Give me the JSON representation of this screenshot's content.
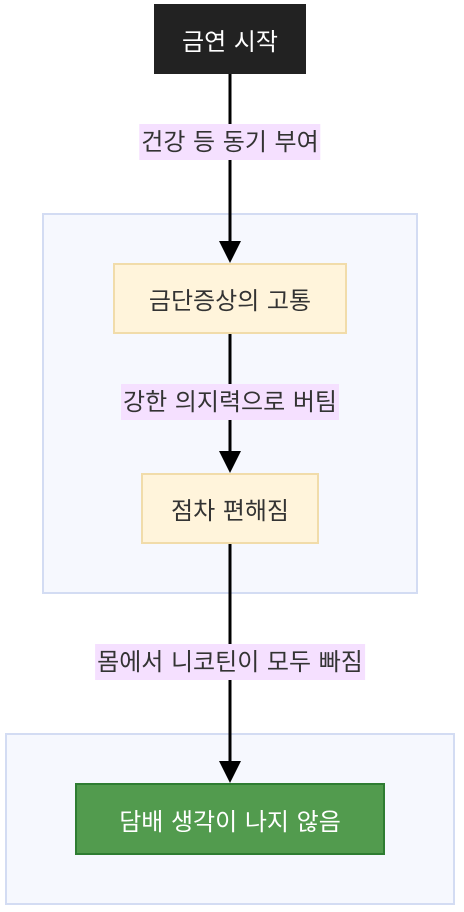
{
  "nodes": {
    "start": "금연 시작",
    "pain": "금단증상의 고통",
    "easier": "점차 편해짐",
    "end": "담배 생각이 나지 않음"
  },
  "edges": {
    "motivation": "건강 등 동기 부여",
    "willpower": "강한 의지력으로 버팀",
    "nicotine_gone": "몸에서 니코틴이 모두 빠짐"
  },
  "colors": {
    "start_fill": "#222222",
    "step_fill": "#fff4db",
    "step_border": "#f1dcaa",
    "end_fill": "#529b4e",
    "end_border": "#2e7d32",
    "group_fill": "#f6f8fe",
    "group_border": "#d3dcf3",
    "edge_label_fill": "#f5e0ff",
    "arrow": "#000000"
  }
}
